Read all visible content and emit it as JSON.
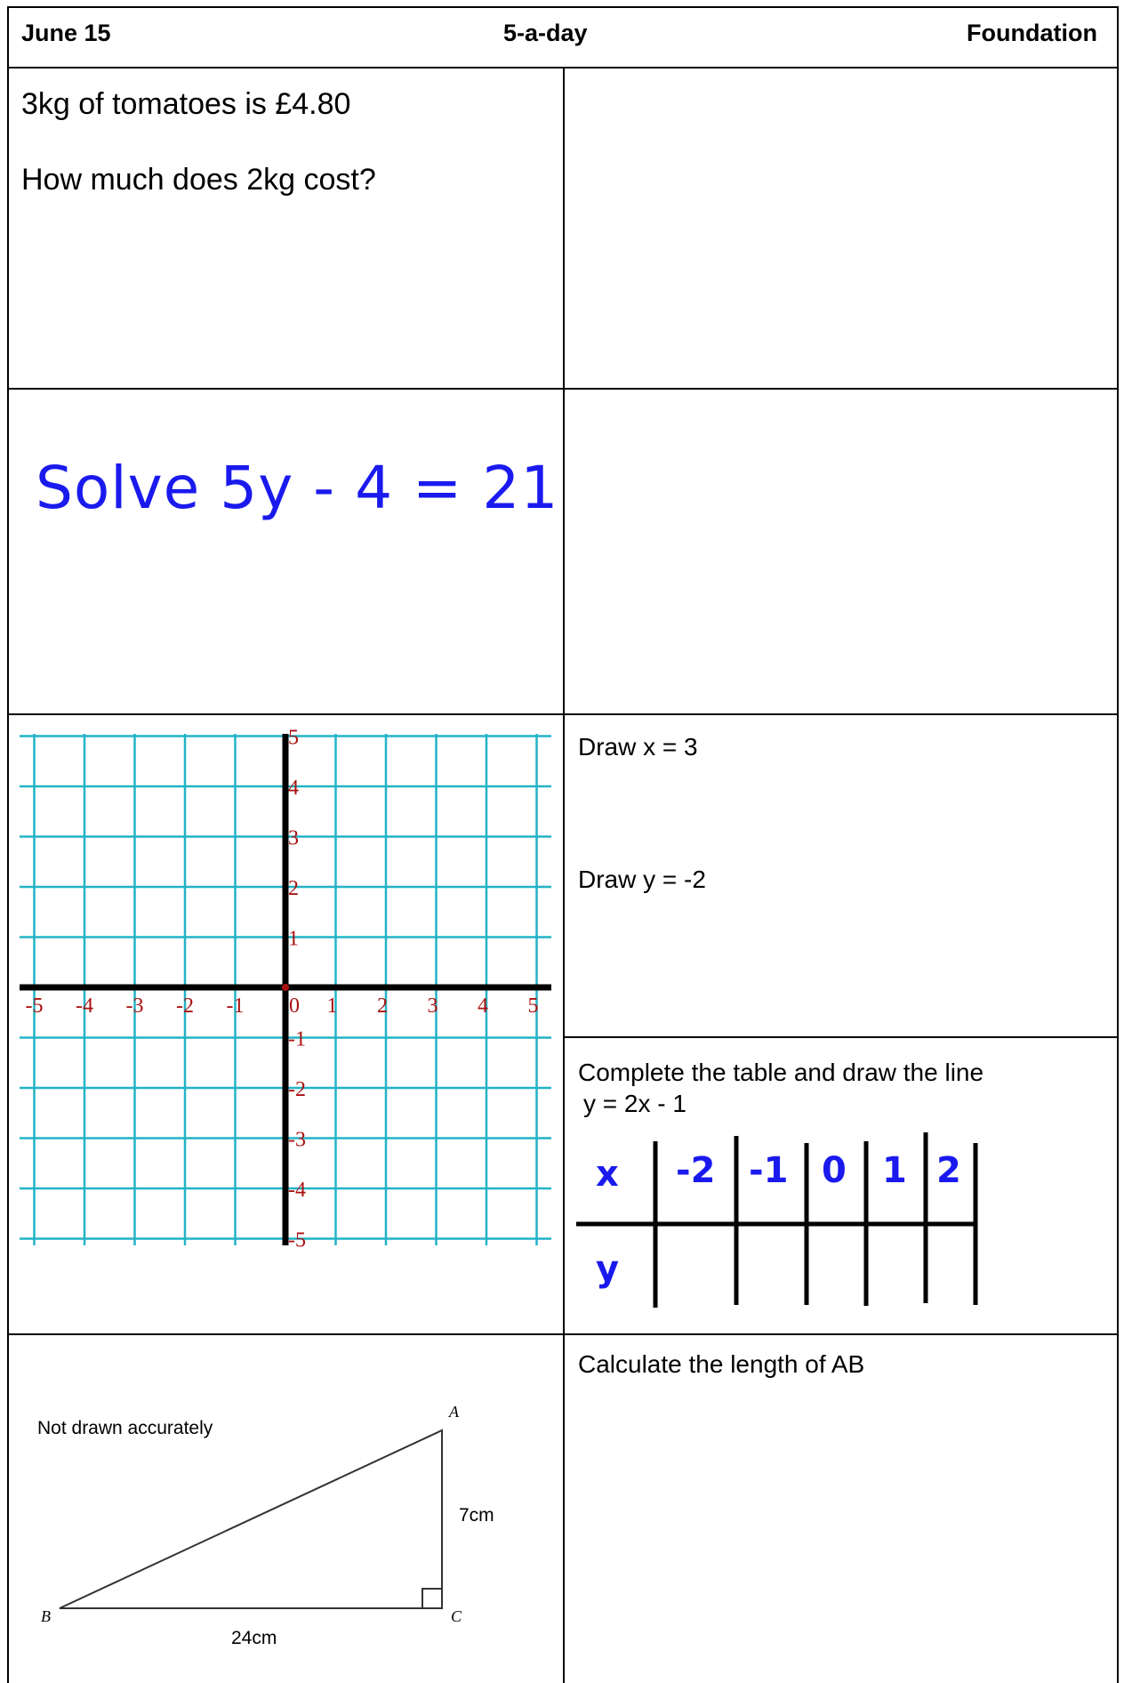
{
  "header": {
    "date": "June 15",
    "title": "5-a-day",
    "tier": "Foundation"
  },
  "q1": {
    "line1": "3kg of tomatoes is £4.80",
    "line2": "How much does 2kg cost?"
  },
  "q2": {
    "equation": "Solve 5y - 4 = 21"
  },
  "q3": {
    "instruction1": "Draw x = 3",
    "instruction2": "Draw y = -2",
    "grid": {
      "x_labels": [
        "-5",
        "-4",
        "-3",
        "-2",
        "-1",
        "0",
        "1",
        "2",
        "3",
        "4",
        "5"
      ],
      "y_labels": [
        "5",
        "4",
        "3",
        "2",
        "1",
        "-1",
        "-2",
        "-3",
        "-4",
        "-5"
      ],
      "axis_label_color": "#aa1111",
      "grid_color": "#22b3c7"
    }
  },
  "q4": {
    "instruction_line1": "Complete the table and draw the line",
    "instruction_line2": "y = 2x - 1",
    "table": {
      "row_x_label": "x",
      "row_y_label": "y",
      "x_values": [
        "-2",
        "-1",
        "0",
        "1",
        "2"
      ],
      "ink_color": "#1a1aee"
    }
  },
  "q5": {
    "note": "Not drawn accurately",
    "vertex_a": "A",
    "vertex_b": "B",
    "vertex_c": "C",
    "side_ac": "7cm",
    "side_bc": "24cm",
    "instruction": "Calculate the length of AB"
  }
}
